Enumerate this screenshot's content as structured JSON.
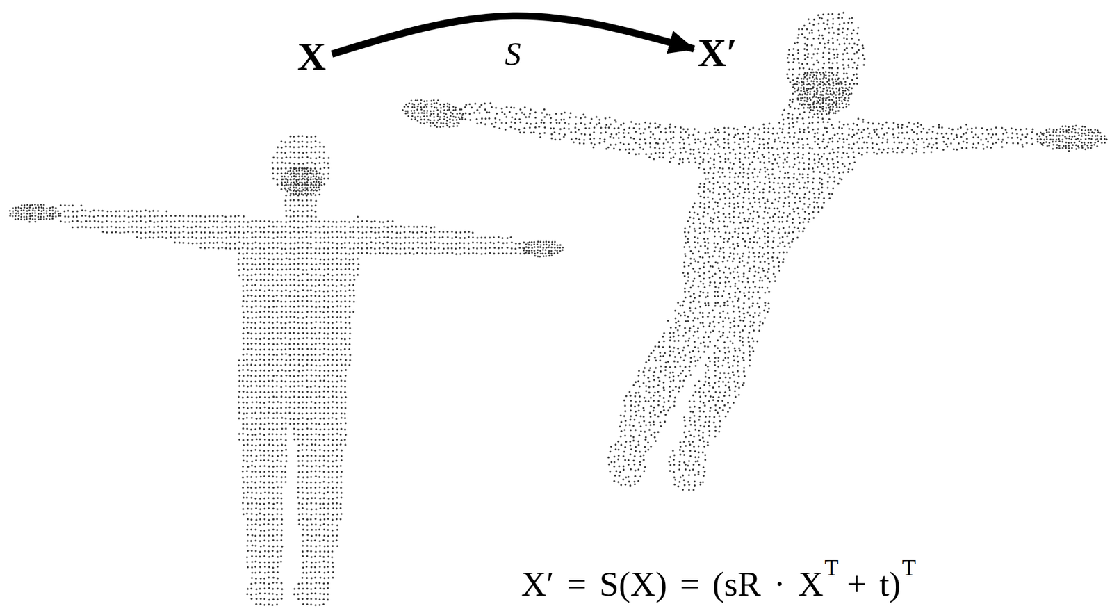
{
  "diagram": {
    "nodes": [
      {
        "text": [
          "X"
        ]
      },
      {
        "text": [
          "X′"
        ]
      }
    ],
    "edges": [
      {
        "from": 0,
        "to": 1,
        "arrow": "to",
        "label": "S"
      }
    ],
    "labels": [
      "X′ = S(X) = (sR · X",
      "T",
      "+ t)",
      "T"
    ]
  }
}
